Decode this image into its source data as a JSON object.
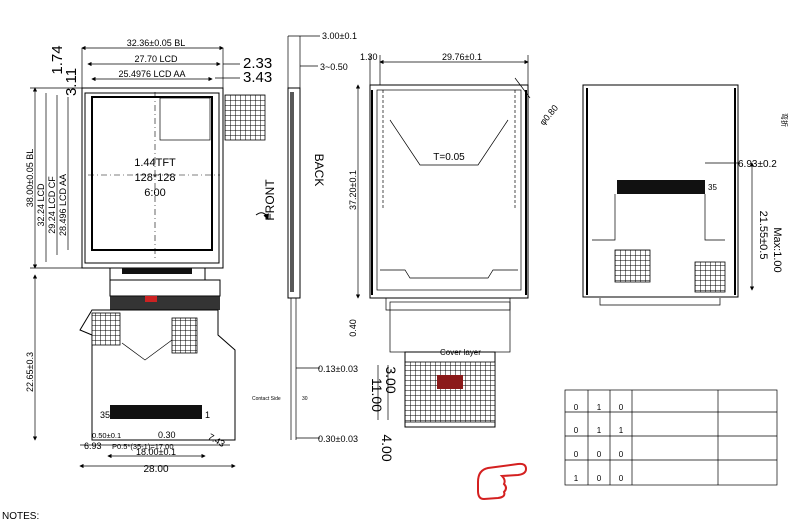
{
  "front": {
    "dims": {
      "bl": "32.36±0.05 BL",
      "lcd": "27.70 LCD",
      "lcd_aa": "25.4976 LCD AA",
      "r1": "1.74",
      "r2": "3.11",
      "r3": "2.33",
      "r4": "3.43",
      "v_bl": "38.00±0.05 BL",
      "v_lcd": "32.24 LCD",
      "v_cf": "29.24 LCD CF",
      "v_aa": "28.496 LCD AA",
      "v_fpc": "22.65±0.3",
      "pin35": "35",
      "pin1": "1",
      "d050": "0.50±0.1",
      "d030": "0.30",
      "d693": "6.93",
      "pitch": "P0.5*(35-1)=17.00",
      "d743": "7.43",
      "d18": "18.00±0.1",
      "d28": "28.00"
    },
    "label": {
      "line1": "1.44TFT",
      "line2": "128*128",
      "line3": "6:00"
    }
  },
  "side": {
    "dims": {
      "top": "3.00±0.1",
      "t050": "3~0.50",
      "d013": "0.13±0.03",
      "d030": "0.30±0.03",
      "small": "Contact Side",
      "small2": "30"
    },
    "front_label": "FRONT",
    "back_label": "BACK"
  },
  "back": {
    "dims": {
      "d130": "1.30",
      "w2976": "29.76±0.1",
      "phi": "φ0.80",
      "t005": "T=0.05",
      "h3720": "37.20±0.1",
      "d040": "0.40",
      "cover": "Cover layer",
      "d300": "3.00",
      "d1100": "11.00",
      "d400": "4.00"
    }
  },
  "right": {
    "dims": {
      "d693": "6.93±0.2",
      "pin35": "35",
      "d2155": "21.55±0.5",
      "max": "Max:1.00",
      "note_cn": "弯折"
    }
  },
  "table": {
    "rows": [
      [
        "0",
        "1",
        "0",
        "",
        ""
      ],
      [
        "0",
        "1",
        "1",
        "",
        ""
      ],
      [
        "0",
        "0",
        "0",
        "",
        ""
      ],
      [
        "1",
        "0",
        "0",
        "",
        ""
      ]
    ]
  },
  "footer": {
    "notes": "NOTES:"
  },
  "colors": {
    "line": "#000000",
    "cover_red": "#8b1a1a",
    "hand": "#d42020"
  },
  "icons": {
    "pointer": "pointing-hand-icon",
    "bend": "bend-arrow-icon"
  }
}
